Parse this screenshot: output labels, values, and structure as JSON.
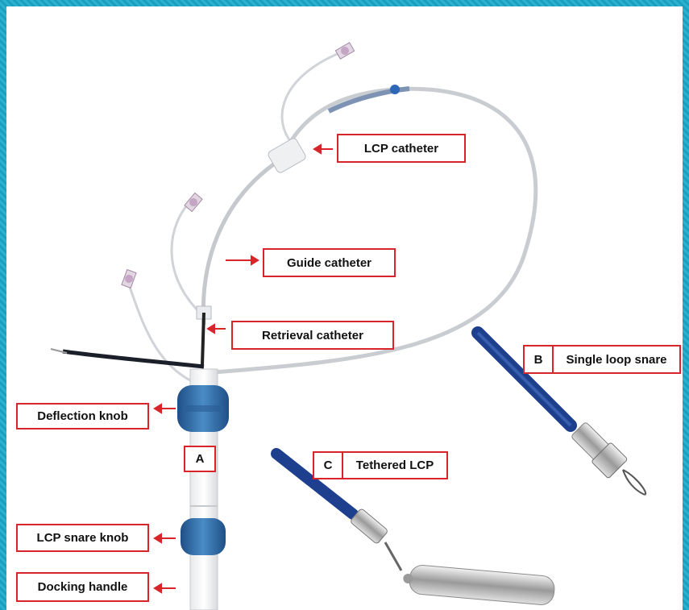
{
  "labels": {
    "lcp_catheter": "LCP catheter",
    "guide_catheter": "Guide catheter",
    "retrieval_catheter": "Retrieval catheter",
    "deflection_knob": "Deflection knob",
    "lcp_snare_knob": "LCP snare knob",
    "docking_handle": "Docking handle",
    "a": "A",
    "b_letter": "B",
    "b_text": "Single loop snare",
    "c_letter": "C",
    "c_text": "Tethered LCP"
  },
  "colors": {
    "frame": "#1ea4c4",
    "callout_border": "#d9242a",
    "arrow": "#d9242a",
    "knob_blue": "#2f6fa8",
    "shaft_blue": "#1d3f8e",
    "catheter_gray": "#c9cdd1"
  }
}
